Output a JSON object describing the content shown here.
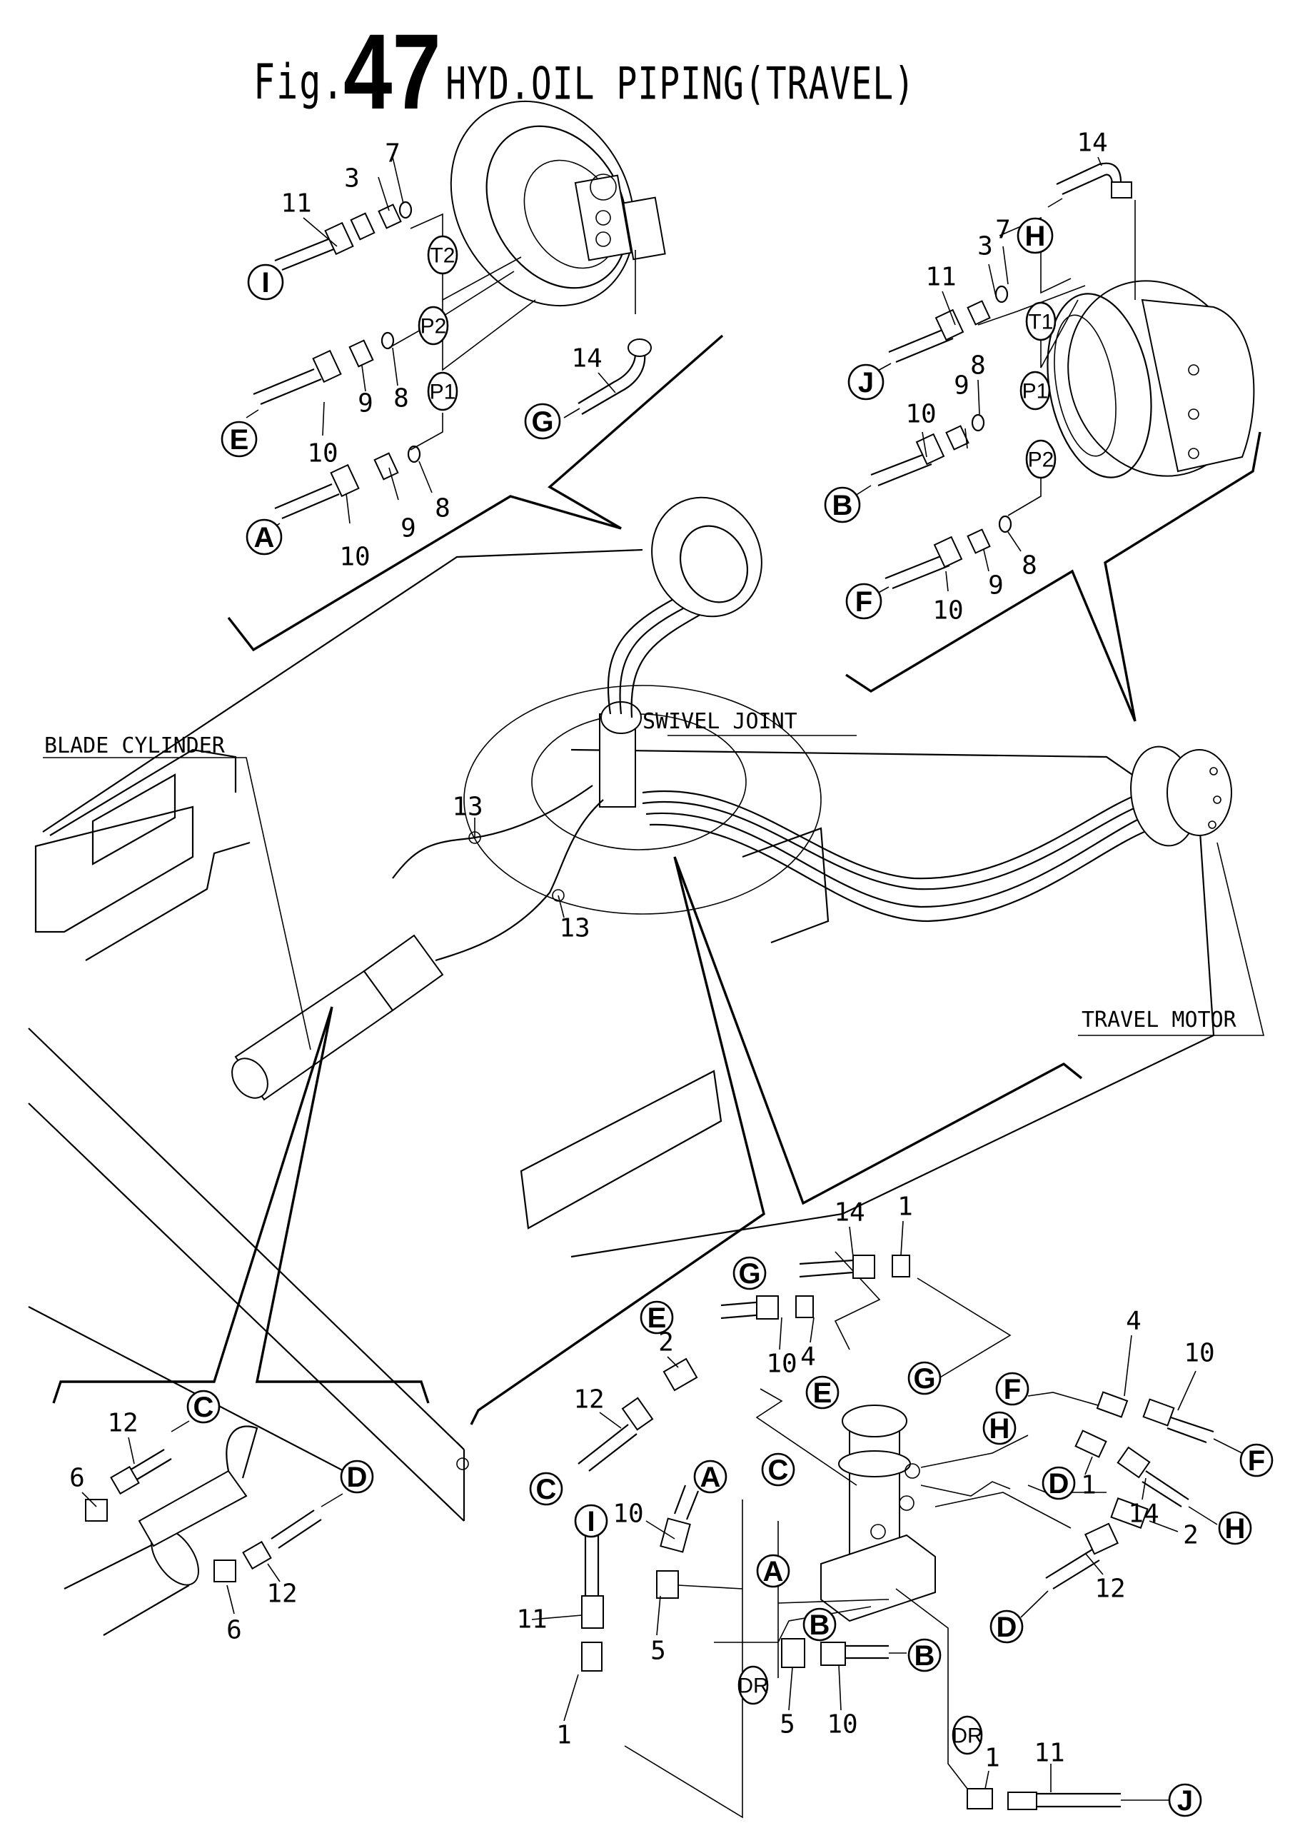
{
  "figure": {
    "prefix": "Fig.",
    "number": "47",
    "title": "HYD.OIL PIPING(TRAVEL)"
  },
  "captions": {
    "swivel_joint": "SWIVEL JOINT",
    "blade_cylinder": "BLADE CYLINDER",
    "travel_motor": "TRAVEL MOTOR"
  },
  "connection_letters": {
    "A": "A",
    "B": "B",
    "C": "C",
    "D": "D",
    "E": "E",
    "F": "F",
    "G": "G",
    "H": "H",
    "I": "I",
    "J": "J"
  },
  "ports": {
    "T1": "T1",
    "T2": "T2",
    "P1": "P1",
    "P2": "P2",
    "DR": "DR"
  },
  "insets": {
    "left_travel_motor": {
      "ports": [
        "T2",
        "P2",
        "P1"
      ],
      "callouts": [
        {
          "num": "11",
          "connects": "I"
        },
        {
          "num": "3"
        },
        {
          "num": "7"
        },
        {
          "num": "10",
          "connects": "E"
        },
        {
          "num": "9"
        },
        {
          "num": "8"
        },
        {
          "num": "10",
          "connects": "A"
        },
        {
          "num": "9"
        },
        {
          "num": "8"
        },
        {
          "num": "14",
          "connects": "G"
        }
      ]
    },
    "right_travel_motor": {
      "ports": [
        "T1",
        "P1",
        "P2"
      ],
      "callouts": [
        {
          "num": "14",
          "connects": "H"
        },
        {
          "num": "11",
          "connects": "J"
        },
        {
          "num": "3"
        },
        {
          "num": "7"
        },
        {
          "num": "10",
          "connects": "B"
        },
        {
          "num": "9"
        },
        {
          "num": "8"
        },
        {
          "num": "10",
          "connects": "F"
        },
        {
          "num": "9"
        },
        {
          "num": "8"
        }
      ]
    },
    "main_view": {
      "callouts": [
        {
          "num": "13"
        },
        {
          "num": "13"
        }
      ]
    },
    "blade_cylinder": {
      "callouts": [
        {
          "num": "12",
          "connects": "C"
        },
        {
          "num": "6"
        },
        {
          "num": "12",
          "connects": "D"
        },
        {
          "num": "6"
        }
      ]
    },
    "swivel_joint_exploded": {
      "ports": [
        "DR",
        "DR"
      ],
      "callouts": [
        {
          "num": "14",
          "connects": "G"
        },
        {
          "num": "1"
        },
        {
          "num": "10",
          "connects": "E"
        },
        {
          "num": "4"
        },
        {
          "num": "2"
        },
        {
          "num": "12",
          "connects": "C"
        },
        {
          "num": "10",
          "connects": "A"
        },
        {
          "num": "11",
          "connects": "I"
        },
        {
          "num": "5"
        },
        {
          "num": "1"
        },
        {
          "num": "5"
        },
        {
          "num": "10",
          "connects": "B"
        },
        {
          "num": "4"
        },
        {
          "num": "10",
          "connects": "F"
        },
        {
          "num": "1"
        },
        {
          "num": "14",
          "connects": "H"
        },
        {
          "num": "2"
        },
        {
          "num": "12",
          "connects": "D"
        },
        {
          "num": "1"
        },
        {
          "num": "11",
          "connects": "J"
        }
      ]
    }
  }
}
